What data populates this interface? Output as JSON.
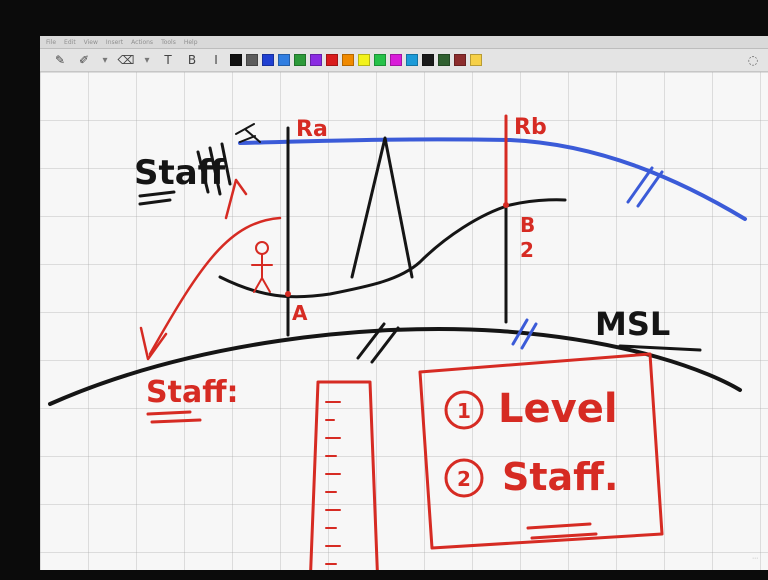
{
  "menu": {
    "items": [
      "File",
      "Edit",
      "View",
      "Insert",
      "Actions",
      "Tools",
      "Help"
    ]
  },
  "toolbar": {
    "tools": [
      {
        "icon": "pen-icon",
        "glyph": "✎"
      },
      {
        "icon": "highlighter-icon",
        "glyph": "✐"
      },
      {
        "icon": "eraser-icon",
        "glyph": "⌫"
      },
      {
        "icon": "dropdown-icon",
        "glyph": "▾"
      },
      {
        "icon": "text-icon",
        "glyph": "T"
      },
      {
        "icon": "bold-icon",
        "glyph": "B"
      },
      {
        "icon": "italic-icon",
        "glyph": "I"
      }
    ],
    "palette": [
      "#111111",
      "#5b5b5b",
      "#1f3fd1",
      "#2f7de1",
      "#2d9a3a",
      "#8a2be2",
      "#d91c1c",
      "#f08a00",
      "#f2f21a",
      "#26c24a",
      "#d81bd8",
      "#1c9bd8",
      "#1a1a1a",
      "#2f5f2f",
      "#8c2d2d",
      "#f6d047"
    ]
  },
  "colors": {
    "blue_ink": "#3b5bd8",
    "black_ink": "#151515",
    "red_ink": "#d62b23",
    "canvas_bg": "#f7f7f7"
  },
  "sketch": {
    "label_staff_top": "Staff",
    "label_ra": "Ra",
    "label_rb": "Rb",
    "label_a": "A",
    "label_b": "B",
    "label_2": "2",
    "label_msl": "MSL",
    "label_staff_left": "Staff:",
    "list_item_1": "Level",
    "list_item_2": "Staff.",
    "circle_1": "1",
    "circle_2": "2"
  }
}
